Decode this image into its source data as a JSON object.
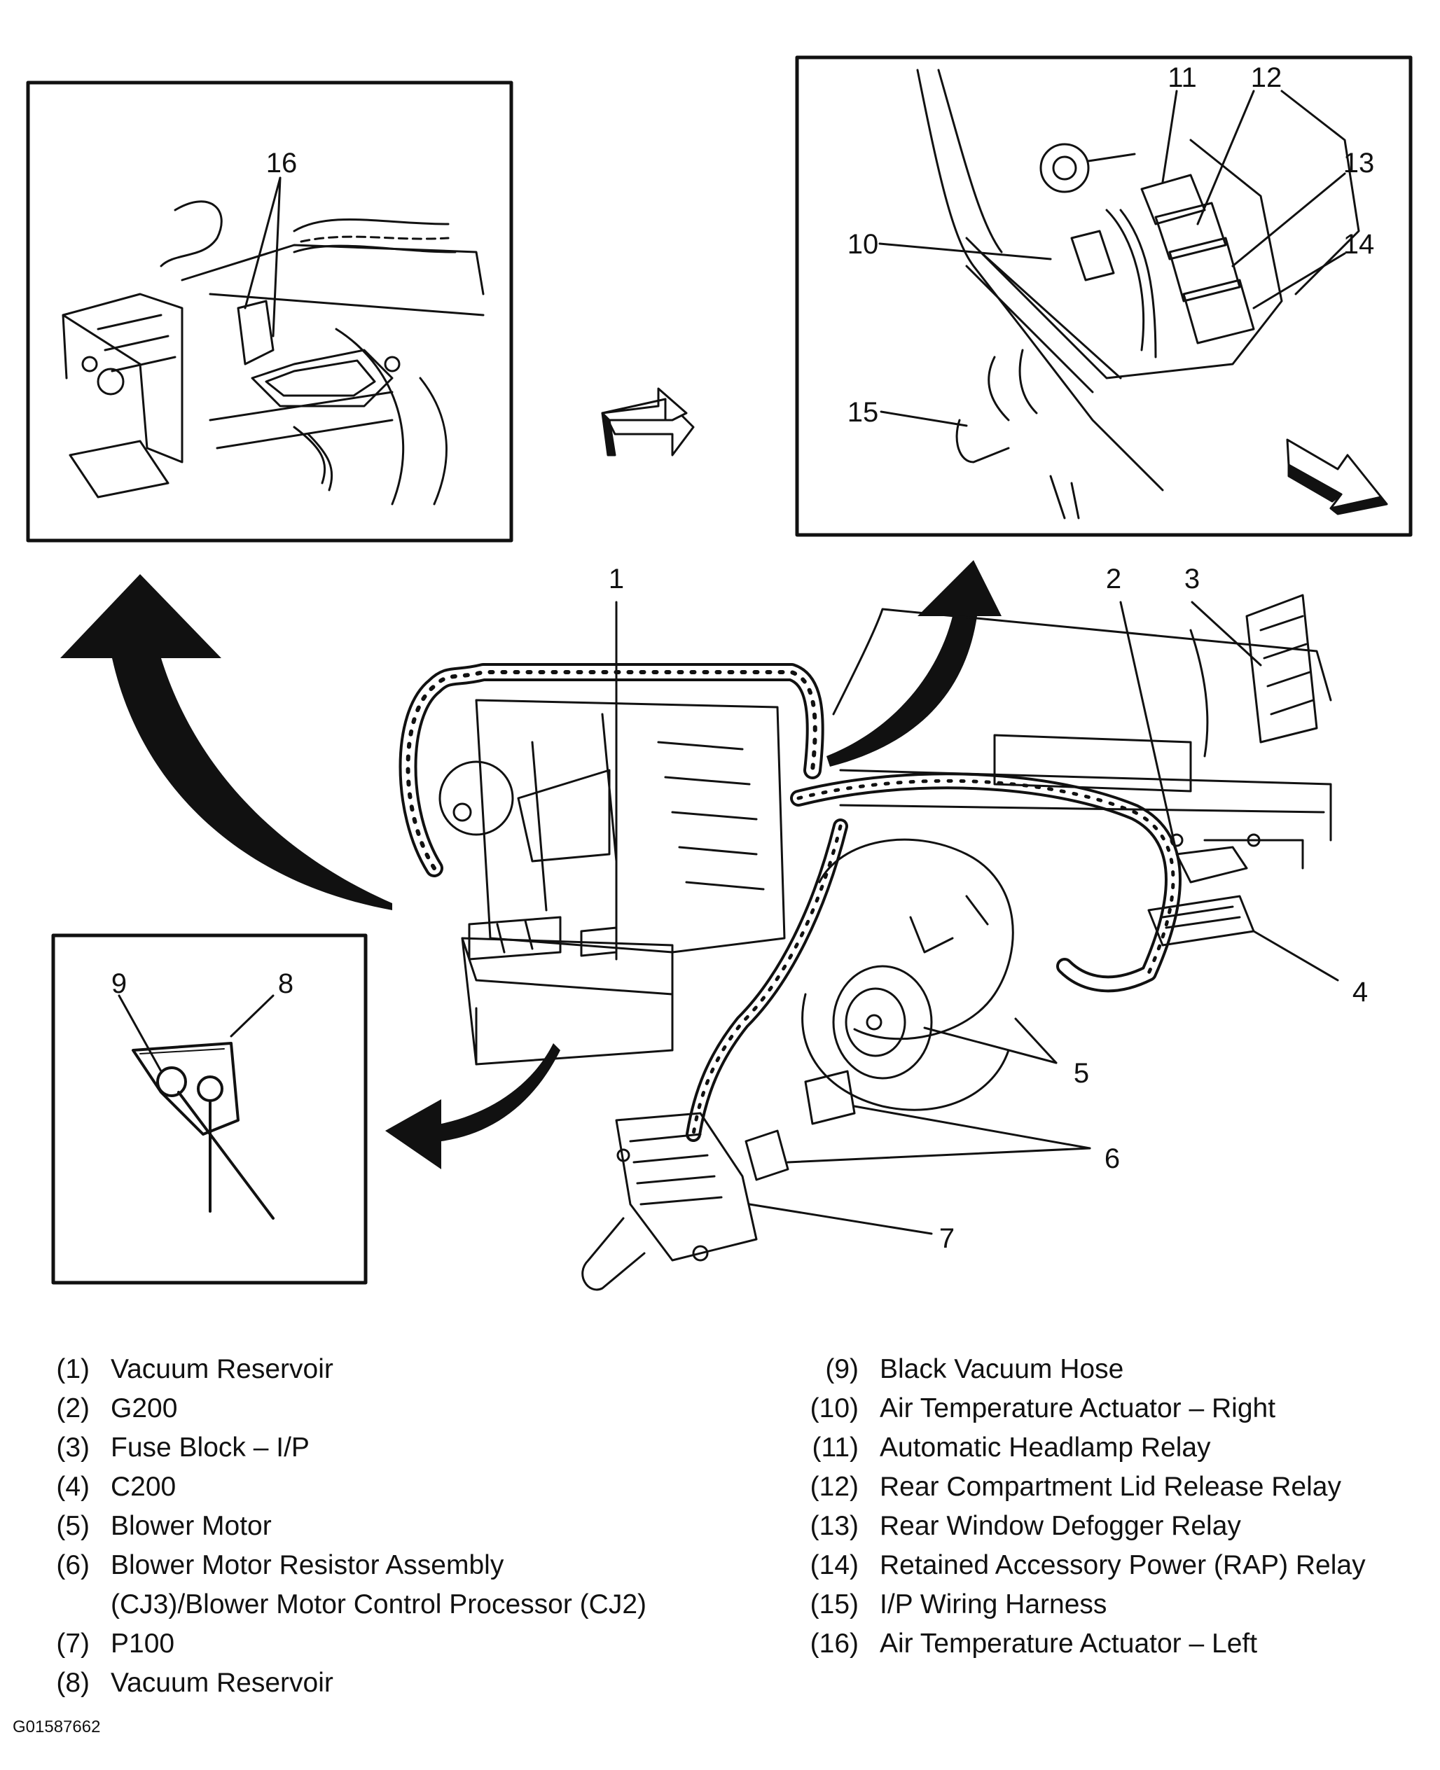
{
  "callouts": {
    "c1": "1",
    "c2": "2",
    "c3": "3",
    "c4": "4",
    "c5": "5",
    "c6": "6",
    "c7": "7",
    "c8": "8",
    "c9": "9",
    "c10": "10",
    "c11": "11",
    "c12": "12",
    "c13": "13",
    "c14": "14",
    "c15": "15",
    "c16": "16"
  },
  "legend_left": [
    {
      "num": "(1)",
      "text": "Vacuum Reservoir"
    },
    {
      "num": "(2)",
      "text": "G200"
    },
    {
      "num": "(3)",
      "text": "Fuse Block – I/P"
    },
    {
      "num": "(4)",
      "text": "C200"
    },
    {
      "num": "(5)",
      "text": "Blower Motor"
    },
    {
      "num": "(6)",
      "text": "Blower Motor Resistor Assembly",
      "cont": "(CJ3)/Blower Motor Control Processor (CJ2)"
    },
    {
      "num": "(7)",
      "text": "P100"
    },
    {
      "num": "(8)",
      "text": "Vacuum Reservoir"
    }
  ],
  "legend_right": [
    {
      "num": "(9)",
      "text": "Black Vacuum Hose"
    },
    {
      "num": "(10)",
      "text": "Air Temperature Actuator – Right"
    },
    {
      "num": "(11)",
      "text": "Automatic Headlamp Relay"
    },
    {
      "num": "(12)",
      "text": "Rear Compartment Lid Release Relay"
    },
    {
      "num": "(13)",
      "text": "Rear Window Defogger Relay"
    },
    {
      "num": "(14)",
      "text": "Retained Accessory Power (RAP) Relay"
    },
    {
      "num": "(15)",
      "text": "I/P Wiring Harness"
    },
    {
      "num": "(16)",
      "text": "Air Temperature Actuator – Left"
    }
  ],
  "figure_id": "G01587662"
}
